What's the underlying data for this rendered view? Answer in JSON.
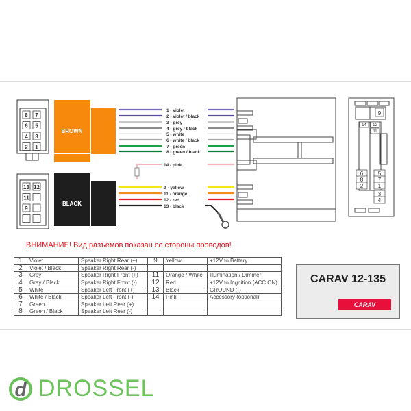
{
  "connectors": {
    "brown_label": "BROWN",
    "black_label": "BLACK",
    "brown_pins": [
      "8",
      "7",
      "6",
      "5",
      "4",
      "3",
      "2",
      "1"
    ],
    "black_pins": [
      "13",
      "12",
      "11",
      "",
      "9",
      "",
      "",
      ""
    ]
  },
  "wires": [
    {
      "label": "1 - violet",
      "color": "#7b6bb5",
      "dark": false
    },
    {
      "label": "2 - violet / black",
      "color": "#574b97",
      "dark": false
    },
    {
      "label": "3 - grey",
      "color": "#c8c8c8",
      "dark": false
    },
    {
      "label": "4 - grey / black",
      "color": "#8c8c8c",
      "dark": false
    },
    {
      "label": "5 - white",
      "color": "#eeeeee",
      "dark": false
    },
    {
      "label": "6 - white / black",
      "color": "#a8a8a8",
      "dark": false
    },
    {
      "label": "7 - green",
      "color": "#1aa14a",
      "dark": false
    },
    {
      "label": "8 - green / black",
      "color": "#0f7a35",
      "dark": false
    },
    {
      "label": "14 - pink",
      "color": "#f4b6bd",
      "dark": false
    },
    {
      "label": "9 - yellow",
      "color": "#f5e61a",
      "dark": false
    },
    {
      "label": "11 - orange",
      "color": "#f58a1f",
      "dark": false
    },
    {
      "label": "12 - red",
      "color": "#e81e25",
      "dark": false
    },
    {
      "label": "13 - black",
      "color": "#222222",
      "dark": true
    }
  ],
  "right_connector_pins": [
    "9",
    "14",
    "12",
    "11",
    "5",
    "6",
    "7",
    "8",
    "1",
    "2",
    "3",
    "4"
  ],
  "warning": "ВНИМАНИЕ! Вид разъемов показан со стороны проводов!",
  "pin_table": [
    [
      "1",
      "Violet",
      "Speaker Right Rear (+)",
      "9",
      "Yellow",
      "+12V to Battery"
    ],
    [
      "2",
      "Violet / Black",
      "Speaker Right Rear (-)",
      "",
      "",
      ""
    ],
    [
      "3",
      "Grey",
      "Speaker Right Front (+)",
      "11",
      "Orange / White",
      "Illumination / Dimmer"
    ],
    [
      "4",
      "Grey / Black",
      "Speaker Right Front (-)",
      "12",
      "Red",
      "+12V to Ingnition (ACC ON)"
    ],
    [
      "5",
      "White",
      "Speaker Left Front (+)",
      "13",
      "Black",
      "GROUND (-)"
    ],
    [
      "6",
      "White / Black",
      "Speaker Left Front (-)",
      "14",
      "Pink",
      "Accessory (optional)"
    ],
    [
      "7",
      "Green",
      "Speaker Left Rear (+)",
      "",
      "",
      ""
    ],
    [
      "8",
      "Green / Black",
      "Speaker Left Rear (-)",
      "",
      "",
      ""
    ]
  ],
  "product": {
    "title": "CARAV 12-135",
    "brand": "CARAV"
  },
  "logo": {
    "text": "DROSSEL",
    "mark": "d"
  }
}
